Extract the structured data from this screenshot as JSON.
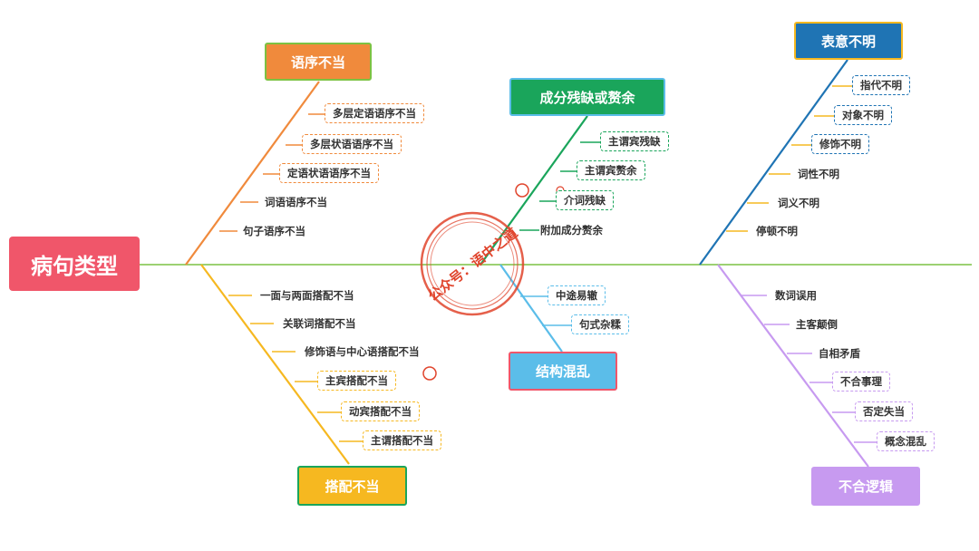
{
  "root": {
    "label": "病句类型"
  },
  "categories": {
    "word_order": {
      "label": "语序不当",
      "color": "#f08a3c",
      "items": [
        "多层定语语序不当",
        "多层状语语序不当",
        "定语状语语序不当",
        "词语语序不当",
        "句子语序不当"
      ]
    },
    "missing_redundant": {
      "label": "成分残缺或赘余",
      "color": "#1aa55b",
      "items": [
        "主谓宾残缺",
        "主谓宾赘余",
        "介词残缺",
        "附加成分赘余"
      ]
    },
    "unclear": {
      "label": "表意不明",
      "color": "#1f74b4",
      "items": [
        "指代不明",
        "对象不明",
        "修饰不明",
        "词性不明",
        "词义不明",
        "停顿不明"
      ]
    },
    "collocation": {
      "label": "搭配不当",
      "color": "#f6b820",
      "items": [
        "一面与两面搭配不当",
        "关联词搭配不当",
        "修饰语与中心语搭配不当",
        "主宾搭配不当",
        "动宾搭配不当",
        "主谓搭配不当"
      ]
    },
    "structure": {
      "label": "结构混乱",
      "color": "#5bbde9",
      "items": [
        "中途易辙",
        "句式杂糅"
      ]
    },
    "illogical": {
      "label": "不合逻辑",
      "color": "#c79af0",
      "items": [
        "数词误用",
        "主客颠倒",
        "自相矛盾",
        "不合事理",
        "否定失当",
        "概念混乱"
      ]
    }
  },
  "watermark": {
    "text": "公众号：语中之道"
  }
}
